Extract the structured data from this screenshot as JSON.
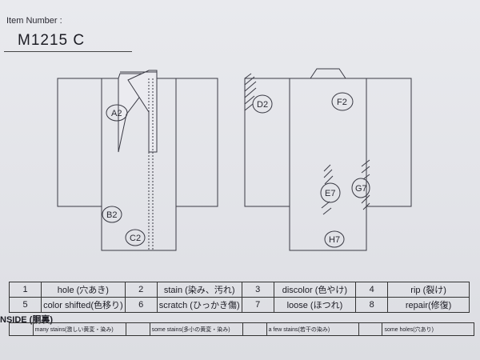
{
  "header": {
    "item_number_label": "Item Number :",
    "item_number_value": "M1215  C"
  },
  "front_marks": [
    "A2",
    "B2",
    "C2"
  ],
  "back_marks": [
    "D2",
    "F2",
    "E7",
    "G7",
    "H7"
  ],
  "defects": [
    {
      "num": "1",
      "label": "hole (穴あき)"
    },
    {
      "num": "2",
      "label": "stain (染み、汚れ)"
    },
    {
      "num": "3",
      "label": "discolor (色やけ)"
    },
    {
      "num": "4",
      "label": "rip (裂け)"
    },
    {
      "num": "5",
      "label": "color shifted(色移り)"
    },
    {
      "num": "6",
      "label": "scratch (ひっかき傷)"
    },
    {
      "num": "7",
      "label": "loose (ほつれ)"
    },
    {
      "num": "8",
      "label": "repair(修復)"
    }
  ],
  "inside": {
    "title": "NSIDE (胴裏)",
    "options": [
      "many stains(激しい黄変・染み)",
      "some stains(多小の黄変・染み)",
      "a few stains(若干の染み)",
      "some holes(穴あり)"
    ]
  }
}
